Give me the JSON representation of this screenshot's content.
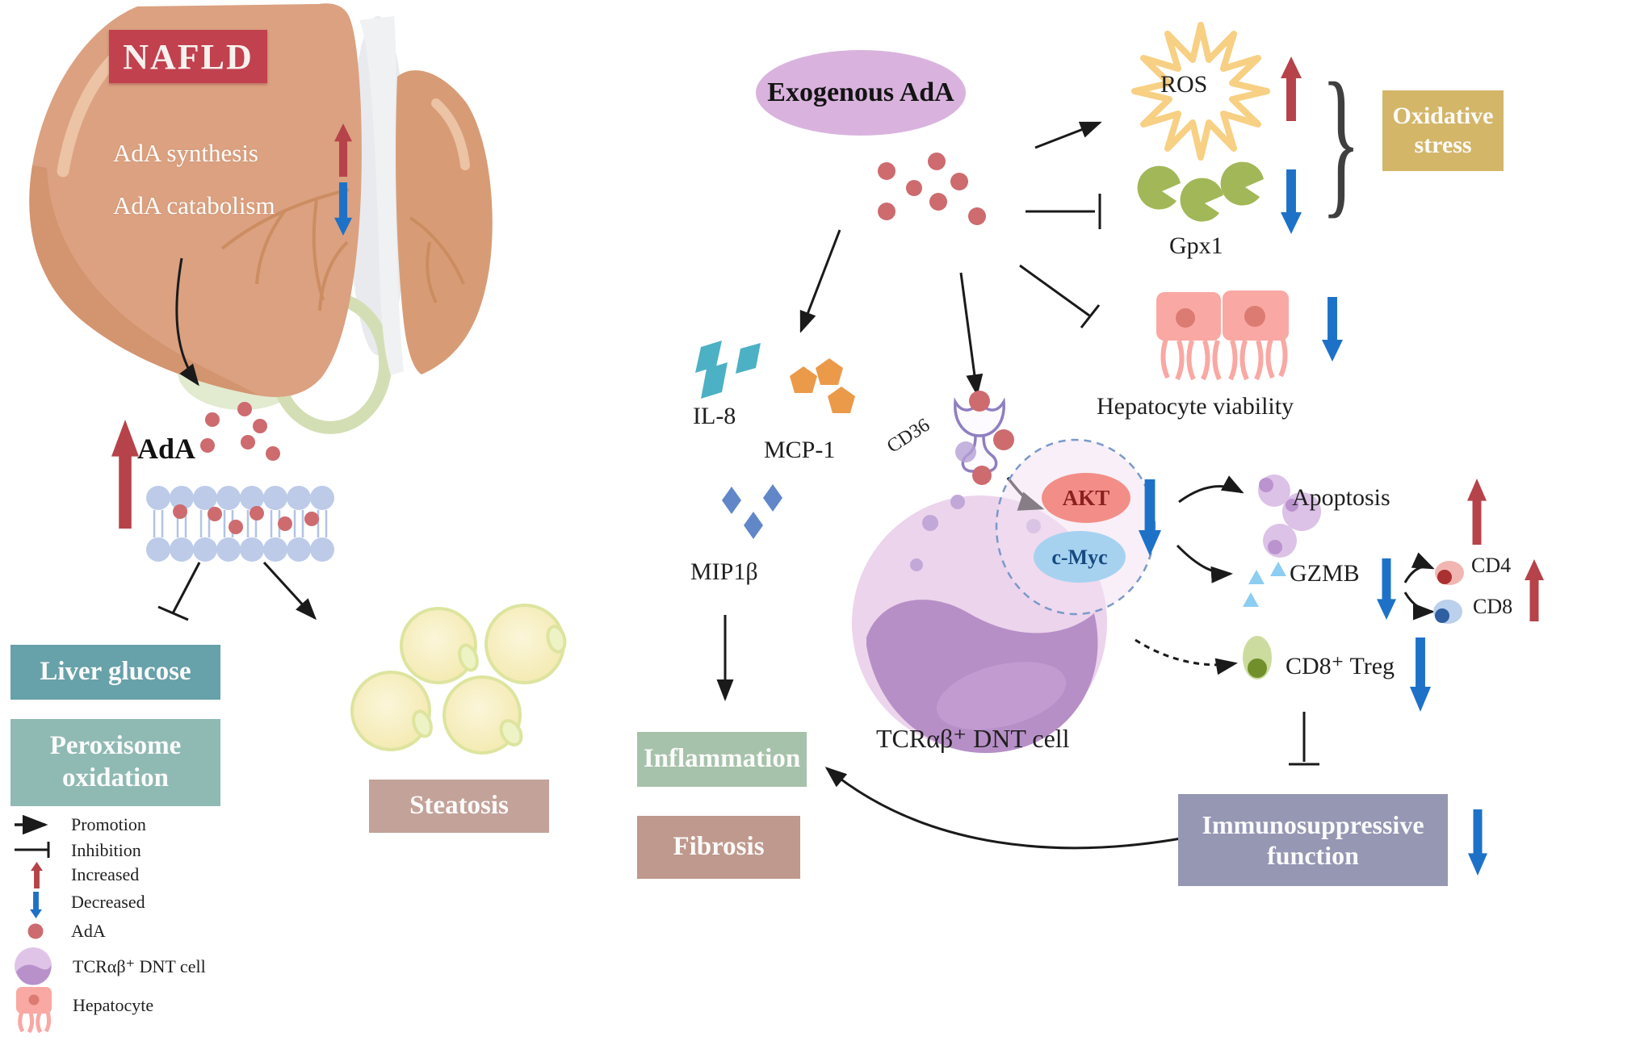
{
  "left_panel": {
    "nafld": "NAFLD",
    "ada_synthesis": "AdA synthesis",
    "ada_catabolism": "AdA catabolism",
    "ada": "AdA",
    "liver_glucose": "Liver glucose",
    "peroxisome_oxidation": "Peroxisome oxidation",
    "steatosis": "Steatosis"
  },
  "legend": {
    "promotion": "Promotion",
    "inhibition": "Inhibition",
    "increased": "Increased",
    "decreased": "Decreased",
    "ada": "AdA",
    "dnt_cell": "TCRαβ⁺ DNT cell",
    "hepatocyte": "Hepatocyte"
  },
  "right_panel": {
    "exogenous_ada": "Exogenous AdA",
    "ros": "ROS",
    "gpx1": "Gpx1",
    "oxidative_stress": "Oxidative stress",
    "hepatocyte_viability": "Hepatocyte viability",
    "il8": "IL-8",
    "mcp1": "MCP-1",
    "mip1b": "MIP1β",
    "cd36": "CD36",
    "akt": "AKT",
    "c_myc": "c-Myc",
    "dnt_cell_label": "TCRαβ⁺ DNT cell",
    "apoptosis": "Apoptosis",
    "gzmb": "GZMB",
    "cd4": "CD4",
    "cd8": "CD8",
    "cd8_treg": "CD8⁺ Treg",
    "immunosuppressive_function": "Immunosuppressive function",
    "inflammation": "Inflammation",
    "fibrosis": "Fibrosis"
  },
  "icons": {
    "brace": "}"
  },
  "colors": {
    "increase_red": "#b6434a",
    "decrease_blue": "#1d72c8",
    "nafld_banner": "#c2414e",
    "liver": "#dba181",
    "ada_dot": "#cd6b6f",
    "liver_glucose_box": "#67a1a9",
    "peroxisome_box": "#8fbab3",
    "steatosis_box": "#c3a299",
    "oxidative_box": "#d3b668",
    "inflammation_box": "#a7c2ab",
    "fibrosis_box": "#bf998d",
    "immunosuppressive_box": "#9597b3",
    "exogenous_oval": "#d9b3de",
    "dnt_cell_body": "#ecd4ec",
    "dnt_nucleus": "#b78fc7",
    "ros_yellow": "#f7d084",
    "gpx1_green": "#a2b757",
    "il8_teal": "#4cb1c4",
    "mcp1_orange": "#eb9a49",
    "mip1b_blue": "#6187c9",
    "gzmb_blue": "#8ccdf2",
    "hepatocyte_pink": "#f9a8a3"
  }
}
